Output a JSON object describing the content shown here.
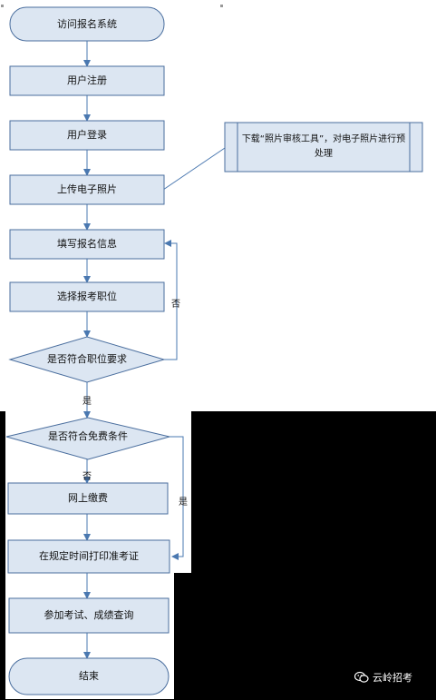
{
  "flowchart": {
    "nodes": {
      "visit": "访问报名系统",
      "register": "用户注册",
      "login": "用户登录",
      "upload_photo": "上传电子照片",
      "note": "下载“照片审核工具”，对电子照片进行预处理",
      "fill_info": "填写报名信息",
      "choose_position": "选择报考职位",
      "decision_position": "是否符合职位要求",
      "decision_fee": "是否符合免费条件",
      "pay_online": "网上缴费",
      "print_ticket": "在规定时间打印准考证",
      "exam": "参加考试、成绩查询",
      "end": "结束"
    },
    "edge_labels": {
      "position_no": "否",
      "position_yes": "是",
      "fee_no": "否",
      "fee_yes": "是"
    },
    "colors": {
      "node_fill": "#dce6f2",
      "node_stroke": "#4a6e9e",
      "arrow": "#4a78b0",
      "background_bottom": "#000000"
    }
  },
  "watermark": {
    "icon": "wechat-icon",
    "text": "云岭招考"
  }
}
